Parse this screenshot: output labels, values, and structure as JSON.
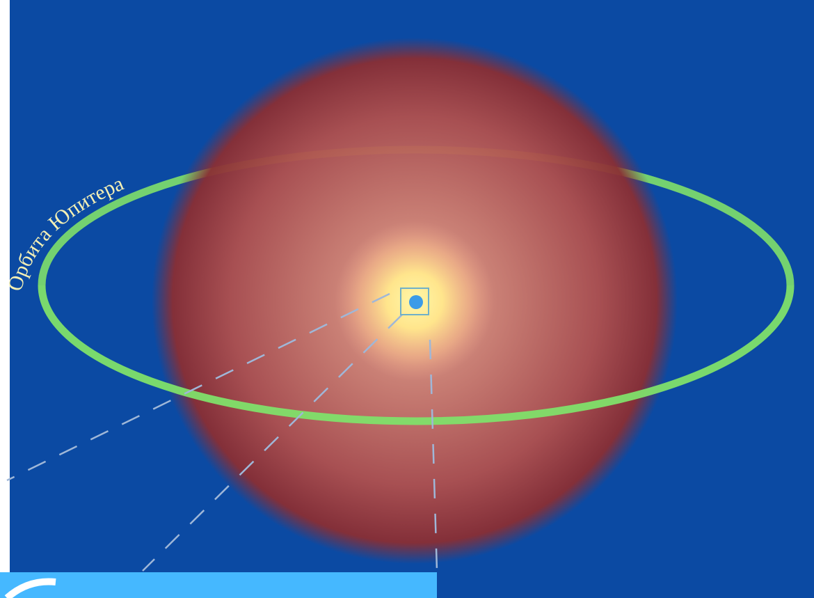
{
  "diagram": {
    "orbit_label": "Орбита Юпитера",
    "colors": {
      "background": "#0b4aa3",
      "cloud_center": "#d98a78",
      "cloud_edge": "#8a2e33",
      "sun_core": "#fff3a0",
      "sun_dot": "#3b9be8",
      "orbit": "#7fe06a",
      "dashed_lines": "#9fb7d8",
      "bottom_panel": "#45b8ff"
    },
    "icons": [
      "sun-icon",
      "orbit-ellipse",
      "oort-cloud-sphere"
    ]
  }
}
